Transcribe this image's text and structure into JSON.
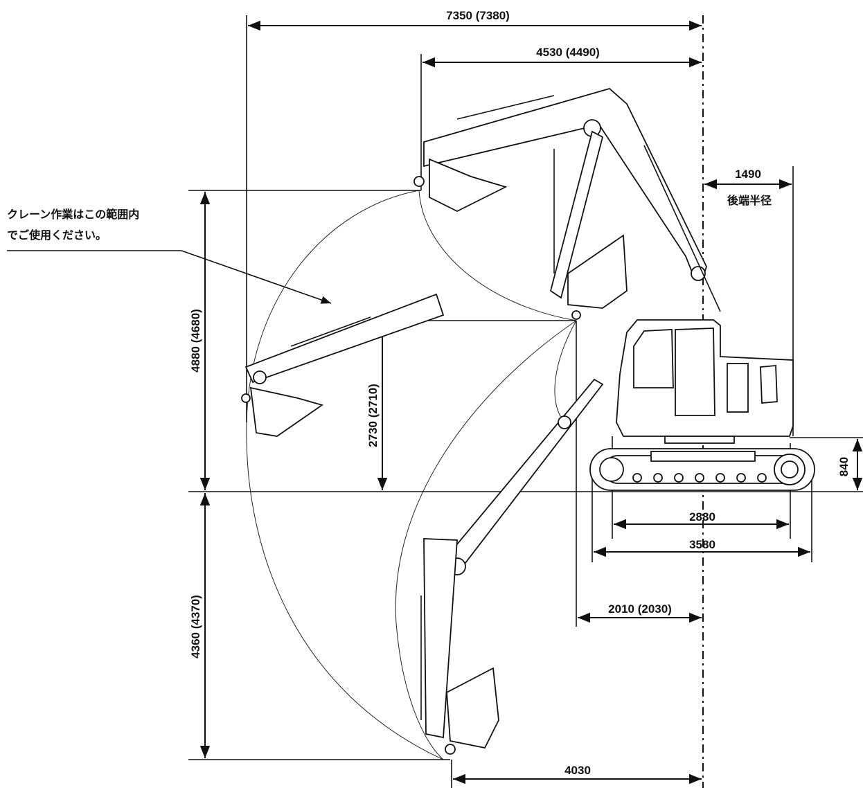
{
  "dimensions": {
    "max_reach": "7350 (7380)",
    "min_radius": "4530 (4490)",
    "tail_radius_value": "1490",
    "tail_radius_label": "後端半径",
    "max_dig_height": "4880 (4680)",
    "max_dump_height": "2730 (2710)",
    "max_dig_depth": "4360 (4370)",
    "ground_clearance": "840",
    "tumbler_distance": "2880",
    "crawler_length": "3580",
    "front_swing_radius": "2010 (2030)",
    "bottom_reach": "4030"
  },
  "note": {
    "line1": "クレーン作業はこの範囲内",
    "line2": "でご使用ください。"
  },
  "colors": {
    "ink": "#111111",
    "paper": "#ffffff"
  }
}
